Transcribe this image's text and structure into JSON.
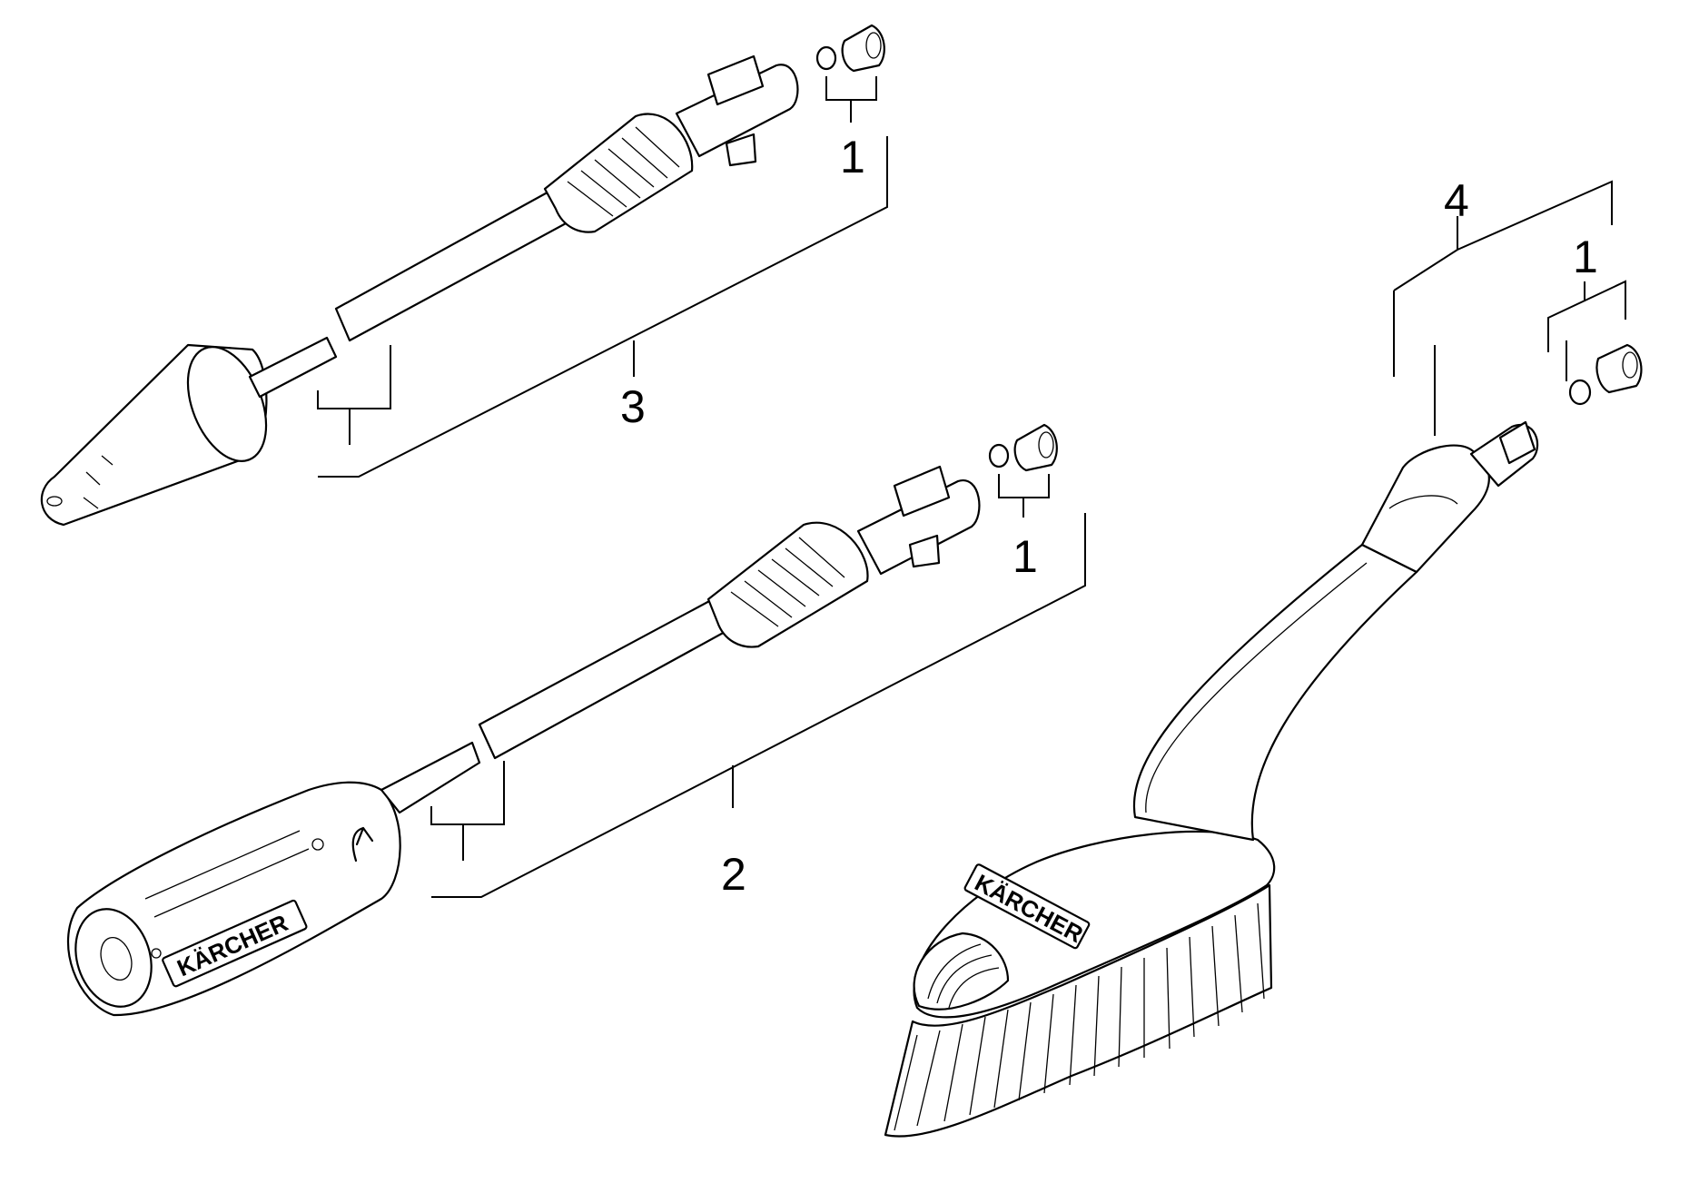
{
  "labels": {
    "part_1a": "1",
    "part_1b": "1",
    "part_1c": "1",
    "part_2": "2",
    "part_3": "3",
    "part_4": "4"
  },
  "brand": {
    "wand_handle": "KÄRCHER",
    "brush_body": "KÄRCHER"
  },
  "colors": {
    "line": "#000000",
    "background": "#ffffff"
  }
}
